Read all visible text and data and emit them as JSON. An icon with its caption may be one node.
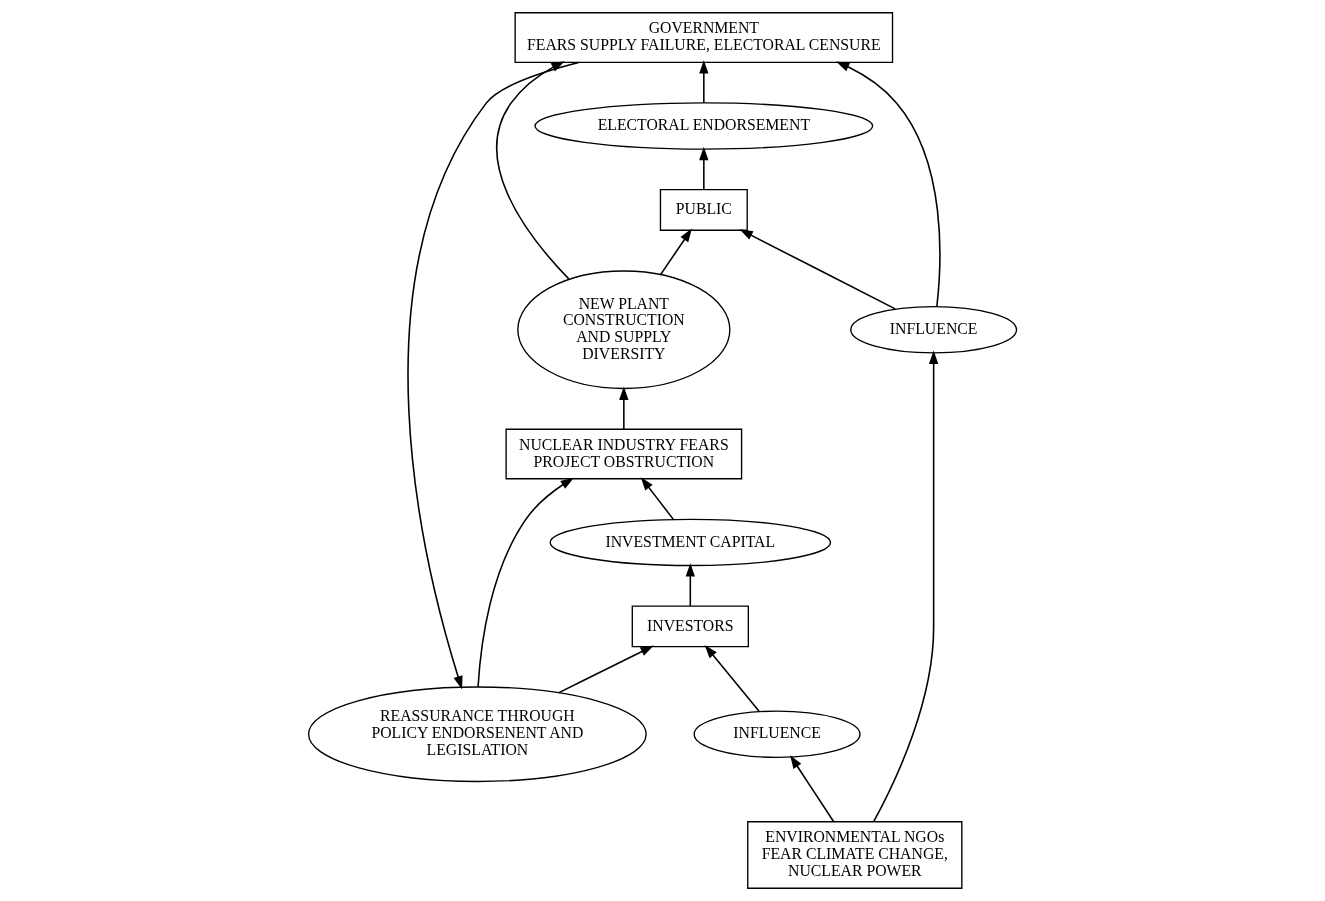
{
  "diagram": {
    "nodes": [
      {
        "text": [
          "GOVERNMENT",
          "FEARS SUPPLY FAILURE, ELECTORAL CENSURE"
        ]
      },
      {
        "text": [
          "INFLUENCE"
        ]
      },
      {
        "text": [
          "ELECTORAL ENDORSEMENT"
        ]
      },
      {
        "text": [
          "NEW PLANT CONSTRUCTION AND SUPPLY DIVERSITY"
        ]
      },
      {
        "text": [
          "PUBLIC"
        ]
      },
      {
        "text": [
          "ENVIRONMENTAL NGOs FEAR CLIMATE CHANGE, NUCLEAR POWER"
        ]
      },
      {
        "text": [
          "NUCLEAR INDUSTRY FEARS PROJECT OBSTRUCTION"
        ]
      },
      {
        "text": [
          "INVESTMENT CAPITAL"
        ]
      },
      {
        "text": [
          "INFLUENCE"
        ]
      },
      {
        "text": [
          "INVESTORS"
        ]
      },
      {
        "text": [
          "REASSURANCE THROUGH POLICY ENDORSENENT AND LEGISLATION"
        ]
      }
    ],
    "edges": [
      {
        "from": 1,
        "to": 0,
        "arrow": "to"
      },
      {
        "from": 2,
        "to": 0,
        "arrow": "to"
      },
      {
        "from": 3,
        "to": 0,
        "arrow": "to"
      },
      {
        "from": 1,
        "to": 4,
        "arrow": "to"
      },
      {
        "from": 3,
        "to": 4,
        "arrow": "to"
      },
      {
        "from": 4,
        "to": 2,
        "arrow": "to"
      },
      {
        "from": 5,
        "to": 1,
        "arrow": "to"
      },
      {
        "from": 6,
        "to": 3,
        "arrow": "to"
      },
      {
        "from": 7,
        "to": 6,
        "arrow": "to"
      },
      {
        "from": 5,
        "to": 8,
        "arrow": "to"
      },
      {
        "from": 8,
        "to": 9,
        "arrow": "to"
      },
      {
        "from": 9,
        "to": 7,
        "arrow": "to"
      },
      {
        "from": 10,
        "to": 9,
        "arrow": "to"
      },
      {
        "from": 10,
        "to": 6,
        "arrow": "to"
      },
      {
        "from": 0,
        "to": 10,
        "arrow": "to"
      }
    ]
  }
}
